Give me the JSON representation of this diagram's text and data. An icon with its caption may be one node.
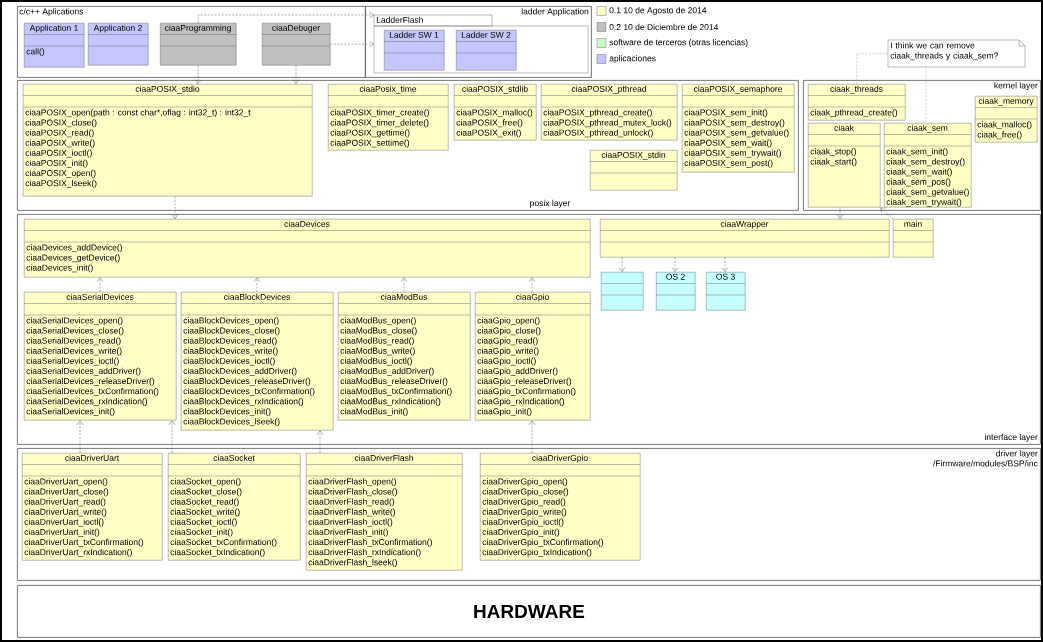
{
  "diagram": {
    "nodes": [
      {
        "text": [
          "c/c++ Aplications"
        ]
      },
      {
        "text": [
          "Application 1",
          "call()"
        ],
        "in": 0
      },
      {
        "text": [
          "Application 2"
        ],
        "in": 0
      },
      {
        "text": [
          "ciaaProgramming"
        ],
        "in": 0
      },
      {
        "text": [
          "ciaaDebuger"
        ],
        "in": 0
      },
      {
        "text": [
          "ladder Application"
        ]
      },
      {
        "text": [
          "LadderFlash"
        ],
        "in": 5
      },
      {
        "text": [
          "Ladder SW 1"
        ],
        "in": 6
      },
      {
        "text": [
          "Ladder SW 2"
        ],
        "in": 6
      },
      {
        "text": [
          "posix layer"
        ]
      },
      {
        "text": [
          "ciaaPOSIX_stdio",
          "ciaaPOSIX_open(path : const char*,oflag : int32_t) : int32_t",
          "ciaaPOSIX_close()",
          "ciaaPOSIX_read()",
          "ciaaPOSIX_write()",
          "ciaaPOSIX_ioctl()",
          "ciaaPOSIX_init()",
          "ciaaPOSIX_open()",
          "ciaaPOSIX_lseek()"
        ],
        "in": 9
      },
      {
        "text": [
          "ciaaPosix_time",
          "ciaaPOSIX_timer_create()",
          "ciaaPOSIX_timer_delete()",
          "ciaaPOSIX_gettime()",
          "ciaaPOSIX_settime()"
        ],
        "in": 9
      },
      {
        "text": [
          "ciaaPOSIX_stdlib",
          "ciaaPOSIX_malloc()",
          "ciaaPOSIX_free()",
          "ciaaPOSIX_exit()"
        ],
        "in": 9
      },
      {
        "text": [
          "ciaaPOSIX_pthread",
          "ciaaPOSIX_pthread_create()",
          "ciaaPOSIX_pthread_mutex_lock()",
          "ciaaPOSIX_pthread_unlock()"
        ],
        "in": 9
      },
      {
        "text": [
          "ciaaPOSIX_stdin"
        ],
        "in": 9
      },
      {
        "text": [
          "ciaaPOSIX_semaphore",
          "ciaaPOSIX_sem_init()",
          "ciaaPOSIX_sem_destroy()",
          "ciaaPOSIX_sem_getvalue()",
          "ciaaPOSIX_sem_wait()",
          "ciaaPOSIX_sem_trywait()",
          "ciaaPOSIX_sem_post()"
        ],
        "in": 9
      },
      {
        "text": [
          "kernel layer"
        ]
      },
      {
        "text": [
          "ciaak_threads",
          "ciaak_pthread_create()"
        ],
        "in": 16
      },
      {
        "text": [
          "ciaak_sem",
          "ciaak_sem_init()",
          "ciaak_sem_destroy()",
          "ciaak_sem_wait()",
          "ciaak_sem_pos()",
          "ciaak_sem_getvalue()",
          "ciaak_sem_trywait()"
        ],
        "in": 16
      },
      {
        "text": [
          "ciaak",
          "ciaak_stop()",
          "ciaak_start()"
        ],
        "in": 16
      },
      {
        "text": [
          "ciaak_memory",
          "ciaak_malloc()",
          "ciaak_free()"
        ],
        "in": 16
      },
      {
        "text": [
          "I think we can remove ciaak_threads y ciaak_sem?"
        ]
      },
      {
        "text": [
          "interface layer"
        ]
      },
      {
        "text": [
          "ciaaDevices",
          "ciaaDevices_addDevice()",
          "ciaaDevices_getDevice()",
          "ciaaDevices_init()"
        ],
        "in": 22
      },
      {
        "text": [
          "ciaaWrapper"
        ],
        "in": 22
      },
      {
        "text": [
          "main"
        ],
        "in": 22
      },
      {
        "text": [],
        "shape": "box",
        "in": 22
      },
      {
        "text": [
          "OS 2"
        ],
        "in": 22
      },
      {
        "text": [
          "OS 3"
        ],
        "in": 22
      },
      {
        "text": [
          "ciaaSerialDevices",
          "ciaaSerialDevices_open()",
          "ciaaSerialDevices_close()",
          "ciaaSerialDevices_read()",
          "ciaaSerialDevices_write()",
          "ciaaSerialDevices_ioctl()",
          "ciaaSerialDevices_addDriver()",
          "ciaaSerialDevices_releaseDriver()",
          "ciaaSerialDevices_txConfirmation()",
          "ciaaSerialDevices_rxIndication()",
          "ciaaSerialDevices_init()"
        ],
        "in": 22
      },
      {
        "text": [
          "ciaaBlockDevices",
          "ciaaBlockDevices_open()",
          "ciaaBlockDevices_close()",
          "ciaaBlockDevices_read()",
          "ciaaBlockDevices_write()",
          "ciaaBlockDevices_ioctl()",
          "ciaaBlockDevices_addDriver()",
          "ciaaBlockDevices_releaseDriver()",
          "ciaaBlockDevices_txConfirmation()",
          "ciaaBlockDevices_rxIndication()",
          "ciaaBlockDevices_init()",
          "ciaaBlockDevices_lseek()"
        ],
        "in": 22
      },
      {
        "text": [
          "ciaaModBus",
          "ciaaModBus_open()",
          "ciaaModBus_close()",
          "ciaaModBus_read()",
          "ciaaModBus_write()",
          "ciaaModBus_ioctl()",
          "ciaaModBus_addDriver()",
          "ciaaModBus_releaseDriver()",
          "ciaaModBus_txConfirmation()",
          "ciaaModBus_rxIndication()",
          "ciaaModBus_init()"
        ],
        "in": 22
      },
      {
        "text": [
          "ciaaGpio",
          "ciaaGpio_open()",
          "ciaaGpio_close()",
          "ciaaGpio_read()",
          "ciaaGpio_write()",
          "ciaaGpio_ioctl()",
          "ciaaGpio_addDriver()",
          "ciaaGpio_releaseDriver()",
          "ciaaGpio_txConfirmation()",
          "ciaaGpio_rxIndication()",
          "ciaaGpio_init()"
        ],
        "in": 22
      },
      {
        "text": [
          "driver layer",
          "/Firmware/modules/BSP/inc"
        ]
      },
      {
        "text": [
          "ciaaDriverUart",
          "ciaaDriverUart_open()",
          "ciaaDriverUart_close()",
          "ciaaDriverUart_read()",
          "ciaaDriverUart_write()",
          "ciaaDriverUart_ioctl()",
          "ciaaDriverUart_init()",
          "ciaaDriverUart_txConfirmation()",
          "ciaaDriverUart_rxIndication()"
        ],
        "in": 33
      },
      {
        "text": [
          "ciaaSocket",
          "ciaaSocket_open()",
          "ciaaSocket_close()",
          "ciaaSocket_read()",
          "ciaaSocket_write()",
          "ciaaSocket_ioctl()",
          "ciaaSocket_init()",
          "ciaaSocket_txConfirmation()",
          "ciaaSocket_txIndication()"
        ],
        "in": 33
      },
      {
        "text": [
          "ciaaDriverFlash",
          "ciaaDriverFlash_open()",
          "ciaaDriverFlash_close()",
          "ciaaDriverFlash_read()",
          "ciaaDriverFlash_write()",
          "ciaaDriverFlash_ioctl()",
          "ciaaDriverFlash_init()",
          "ciaaDriverFlash_txConfirmation()",
          "ciaaDriverFlash_rxIndication()",
          "ciaaDriverFlash_lseek()"
        ],
        "in": 33
      },
      {
        "text": [
          "ciaaDriverGpio",
          "ciaaDriverGpio_open()",
          "ciaaDriverGpio_close()",
          "ciaaDriverGpio_read()",
          "ciaaDriverGpio_write()",
          "ciaaDriverGpio_ioctl()",
          "ciaaDriverGpio_init()",
          "ciaaDriverGpio_txConfirmation()",
          "ciaaDriverGpio_txIndication()"
        ],
        "in": 33
      },
      {
        "text": [
          "HARDWARE"
        ]
      }
    ],
    "edges": [
      {
        "from": 3,
        "to": 6,
        "arrow": "to",
        "style": "dashed"
      },
      {
        "from": 4,
        "to": 6,
        "arrow": "to",
        "style": "dashed"
      },
      {
        "from": 3,
        "to": 10,
        "arrow": "to",
        "style": "dashed"
      },
      {
        "from": 4,
        "to": 10,
        "arrow": "to",
        "style": "dashed"
      },
      {
        "from": 10,
        "to": 23,
        "arrow": "to",
        "style": "dashed"
      },
      {
        "from": 19,
        "to": 24,
        "arrow": "to",
        "style": "dashed"
      },
      {
        "from": 25,
        "to": 19,
        "arrow": "to",
        "style": "dashed"
      },
      {
        "from": 24,
        "to": 26,
        "arrow": "to",
        "style": "dashed"
      },
      {
        "from": 24,
        "to": 27,
        "arrow": "to",
        "style": "dashed"
      },
      {
        "from": 24,
        "to": 28,
        "arrow": "to",
        "style": "dashed"
      },
      {
        "from": 29,
        "to": 23,
        "arrow": "to",
        "style": "dashed"
      },
      {
        "from": 30,
        "to": 23,
        "arrow": "to",
        "style": "dashed"
      },
      {
        "from": 31,
        "to": 23,
        "arrow": "to",
        "style": "dashed"
      },
      {
        "from": 32,
        "to": 23,
        "arrow": "to",
        "style": "dashed"
      },
      {
        "from": 34,
        "to": 29,
        "arrow": "to",
        "style": "dashed"
      },
      {
        "from": 35,
        "to": 29,
        "arrow": "to",
        "style": "dashed"
      },
      {
        "from": 36,
        "to": 30,
        "arrow": "to",
        "style": "dashed"
      },
      {
        "from": 37,
        "to": 32,
        "arrow": "to",
        "style": "dashed"
      },
      {
        "from": 21,
        "to": 17,
        "arrow": "none",
        "style": "dashed",
        "color": "#8c8cdc"
      },
      {
        "from": 21,
        "to": 18,
        "arrow": "none",
        "style": "dashed",
        "color": "#8c8cdc"
      }
    ],
    "legend": [
      {
        "text": "0.1 10 de Agosto de 2014",
        "color": "#ffffc6"
      },
      {
        "text": "0.2 10 de Diciembre de 2014",
        "color": "#c0c0c0"
      },
      {
        "text": "software de terceros (otras licencias)",
        "color": "#c6ffc6"
      },
      {
        "text": "aplicaciones",
        "color": "#c6c6ff"
      }
    ]
  }
}
